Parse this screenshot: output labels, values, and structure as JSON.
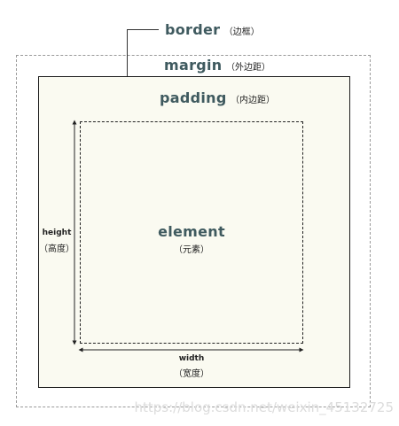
{
  "diagram": {
    "border": {
      "label": "border",
      "note": "（边框）"
    },
    "margin": {
      "label": "margin",
      "note": "（外边距）"
    },
    "padding": {
      "label": "padding",
      "note": "（内边距）"
    },
    "element": {
      "label": "element",
      "note": "（元素）"
    },
    "height": {
      "label": "height",
      "note": "（高度）"
    },
    "width": {
      "label": "width",
      "note": "（宽度）"
    }
  },
  "watermark": "https://blog.csdn.net/weixin_45132725"
}
